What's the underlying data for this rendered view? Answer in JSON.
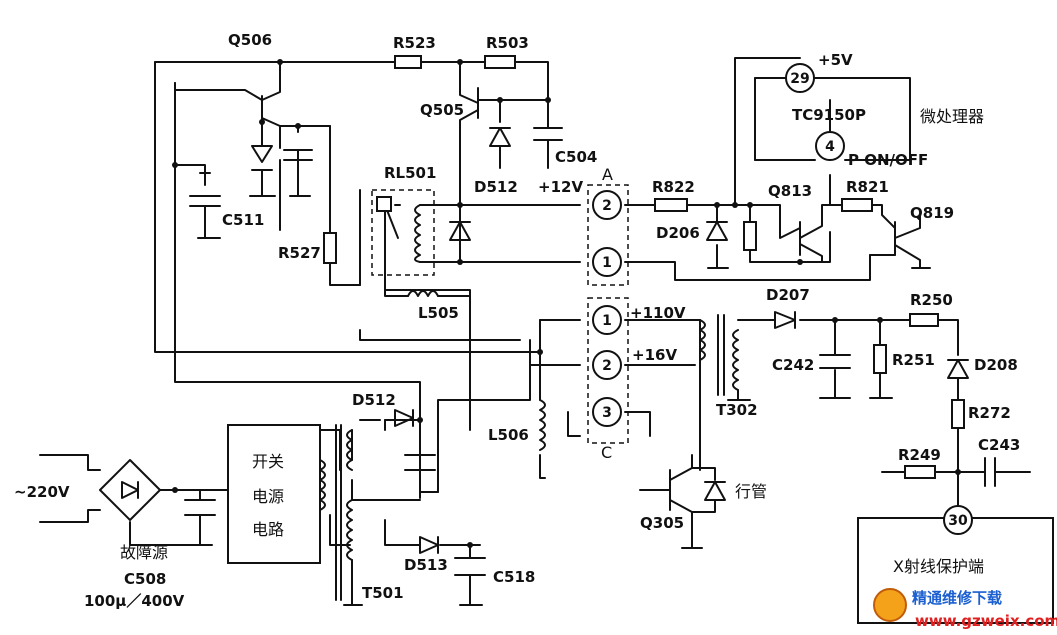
{
  "labels": {
    "q506": "Q506",
    "r523": "R523",
    "r503": "R503",
    "q505": "Q505",
    "c504": "C504",
    "d512_top": "D512",
    "plus12v": "+12V",
    "connA": "A",
    "rl501": "RL501",
    "c511": "C511",
    "r527": "R527",
    "l505": "L505",
    "pin29": "29",
    "plus5v": "+5V",
    "tc9150p": "TC9150P",
    "micro": "微处理器",
    "pin4": "4",
    "ponoff": "P  ON/OFF",
    "r822": "R822",
    "q813": "Q813",
    "r821": "R821",
    "q819": "Q819",
    "d206": "D206",
    "d207": "D207",
    "r250": "R250",
    "plus110v": "+110V",
    "plus16v": "+16V",
    "c242": "C242",
    "r251": "R251",
    "d208": "D208",
    "t302": "T302",
    "r272": "R272",
    "l506": "L506",
    "connC": "C",
    "c243": "C243",
    "r249": "R249",
    "switch_ps_1": "开关",
    "switch_ps_2": "电源",
    "switch_ps_3": "电路",
    "d512_bot": "D512",
    "ac220": "~220V",
    "fault": "故障源",
    "c508": "C508",
    "c508_val": "100μ／400V",
    "t501": "T501",
    "d513": "D513",
    "c518": "C518",
    "q305": "Q305",
    "hout": "行管",
    "pin30": "30",
    "xray": "X射线保护端",
    "pin_a2": "2",
    "pin_a1": "1",
    "pin_c1": "1",
    "pin_c2": "2",
    "pin_c3": "3",
    "watermark": "精通维修下载",
    "watermark_url": "www.gzweix.com"
  }
}
